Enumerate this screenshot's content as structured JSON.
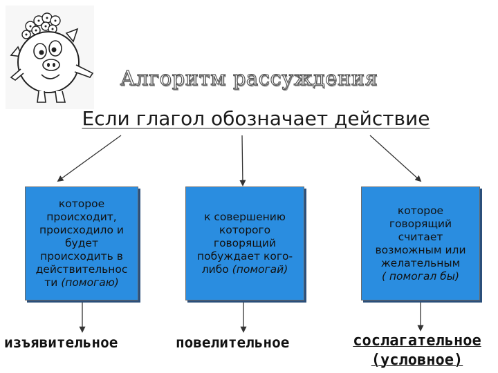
{
  "title": "Алгоритм рассуждения",
  "subtitle": "Если глагол обозначает действие",
  "boxes": [
    {
      "text": "которое\nпроисходит,\nпроисходило и\nбудет\nпроисходить в\nдействительнос\nти ",
      "example": "(помогаю)"
    },
    {
      "text": "к совершению\nкоторого\nговорящий\nпобуждает кого-\nлибо ",
      "example": "(помогай)"
    },
    {
      "text": "которое\nговорящий\nсчитает\nвозможным или\nжелательным\n",
      "example": "( помогал бы)"
    }
  ],
  "moods": {
    "indicative": "изъявительное",
    "imperative": "повелительное",
    "subjunctive_line1": "сослагательное",
    "subjunctive_line2": "(условное)"
  },
  "colors": {
    "box_fill": "#2a8de0",
    "box_shadow": "#2b4f7a",
    "title_outline": "#555555"
  },
  "icons": {
    "mascot": "smeshariki-pig-nyusha-icon"
  }
}
